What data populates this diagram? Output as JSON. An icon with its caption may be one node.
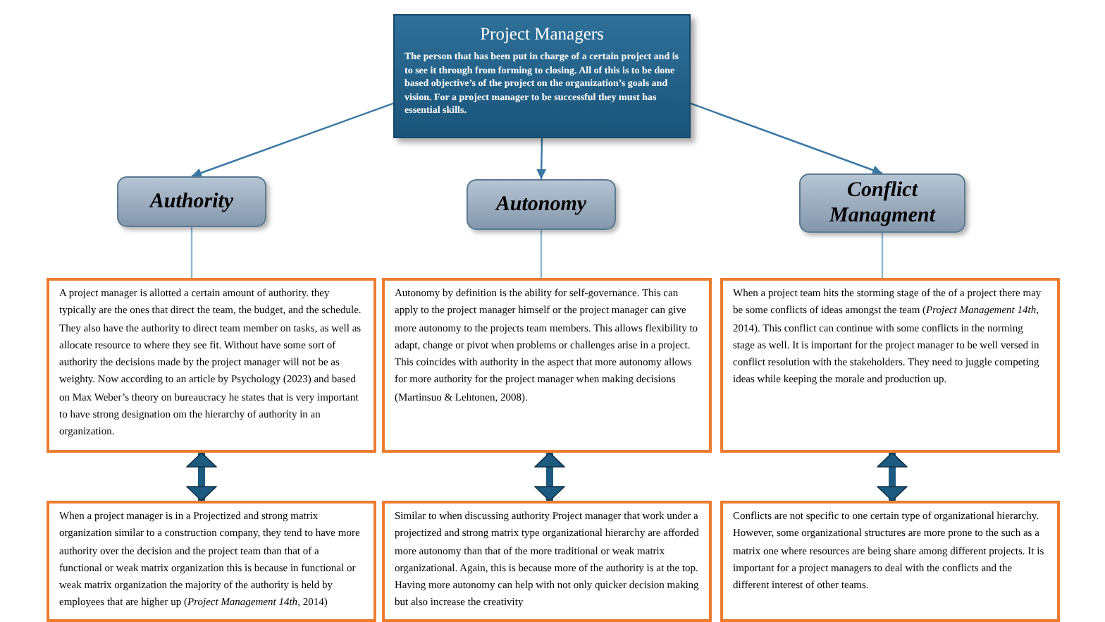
{
  "diagram": {
    "nodes": [
      {
        "text": [
          "Project Managers",
          "The person that has been put in charge of a certain project and is to see it through from forming to closing. All of this is to be done based objective’s of the project on the organization’s goals and vision. For a project manager to be successful they must has essential skills."
        ]
      },
      {
        "text": [
          "Authority"
        ]
      },
      {
        "text": [
          "Autonomy"
        ]
      },
      {
        "text": [
          "Conflict Managment"
        ]
      },
      {
        "text": [
          "A project manager is allotted a certain amount of authority. they typically are the ones that direct the team, the budget, and the schedule. They also have the authority to direct team member on tasks, as well as allocate resource to where they see fit. Without have some sort of authority the decisions made by the project manager will not be as weighty. Now according to an article by Psychology (2023) and based on Max Weber’s theory on bureaucracy he states that is very important to have strong designation om the hierarchy of authority in an organization."
        ]
      },
      {
        "text": [
          "Autonomy by definition is the ability for self-governance. This can apply to the project manager himself or the project manager can give more autonomy to the projects team members. This allows flexibility to adapt, change or pivot when problems or challenges arise in a project. This coincides with authority in the aspect that more autonomy allows for more authority for the project manager when making decisions (Martinsuo & Lehtonen, 2008)."
        ]
      },
      {
        "text": [
          "When a project team hits the storming stage of the of a project there may be some conflicts of ideas amongst the team (*Project Management 14th*, 2014). This conflict can continue with some conflicts in the norming stage as well. It is important for the project manager to be well versed in conflict resolution with the stakeholders. They need to juggle competing ideas while keeping the morale and production up."
        ]
      },
      {
        "text": [
          "When a project manager is in a Projectized and strong matrix organization similar to a construction company, they tend to have more authority over the decision and the project team than that of a functional or weak matrix organization this is because in functional or weak matrix organization the majority of the authority is held by employees that are higher up (*Project Management 14th*, 2014)"
        ]
      },
      {
        "text": [
          "Similar to when discussing authority Project manager that work under a projectized and strong matrix type organizational hierarchy are afforded more autonomy than that of the more traditional or weak matrix organizational. Again, this is because more of the authority is at the top. Having more autonomy can help with not only quicker decision making but also increase the creativity"
        ]
      },
      {
        "text": [
          "Conflicts are not specific to one certain type of organizational hierarchy. However, some organizational structures are more prone to the such as a matrix one where resources are being share among different projects. It is important for a project managers to deal with the conflicts and the different interest of other teams."
        ]
      }
    ],
    "edges": [
      {
        "from": 0,
        "to": 1,
        "arrow": "to"
      },
      {
        "from": 0,
        "to": 2,
        "arrow": "to"
      },
      {
        "from": 0,
        "to": 3,
        "arrow": "to"
      },
      {
        "from": 1,
        "to": 4,
        "arrow": "none",
        "color": "#8cb8cf"
      },
      {
        "from": 2,
        "to": 5,
        "arrow": "none",
        "color": "#8cb8cf"
      },
      {
        "from": 3,
        "to": 6,
        "arrow": "none",
        "color": "#8cb8cf"
      },
      {
        "from": 4,
        "to": 7,
        "arrow": "both",
        "style": "thick",
        "color": "#1d5a80"
      },
      {
        "from": 5,
        "to": 8,
        "arrow": "both",
        "style": "thick",
        "color": "#1d5a80"
      },
      {
        "from": 6,
        "to": 9,
        "arrow": "both",
        "style": "thick",
        "color": "#1d5a80"
      }
    ]
  }
}
